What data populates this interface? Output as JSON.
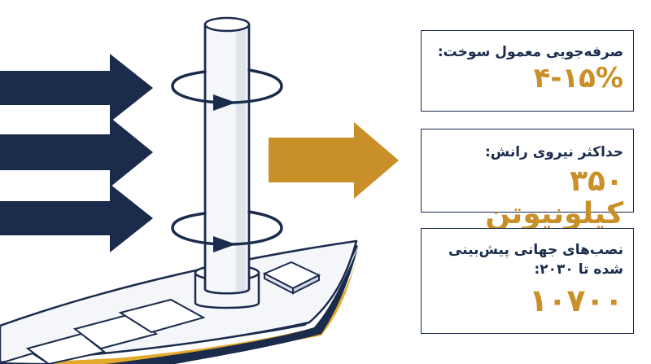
{
  "stats": [
    {
      "label": "صرفه‌جویی معمول سوخت:",
      "value": "۴-۱۵%"
    },
    {
      "label": "حداکثر نیروی رانش:",
      "value": "۳۵۰ کیلونیوتن"
    },
    {
      "label_line1": "نصب‌های جهانی پیش‌بینی",
      "label_line2": "شده تا ۲۰۳۰:",
      "value": "۱۰۷۰۰"
    }
  ],
  "colors": {
    "navy": "#1a2b4c",
    "gold": "#c98f28",
    "hull_gold": "#e3a92d",
    "cylinder": "#f4f6f9"
  },
  "icons": [
    "wind-arrow-icon",
    "rotation-arrow-icon",
    "thrust-arrow-icon",
    "ship-icon"
  ]
}
